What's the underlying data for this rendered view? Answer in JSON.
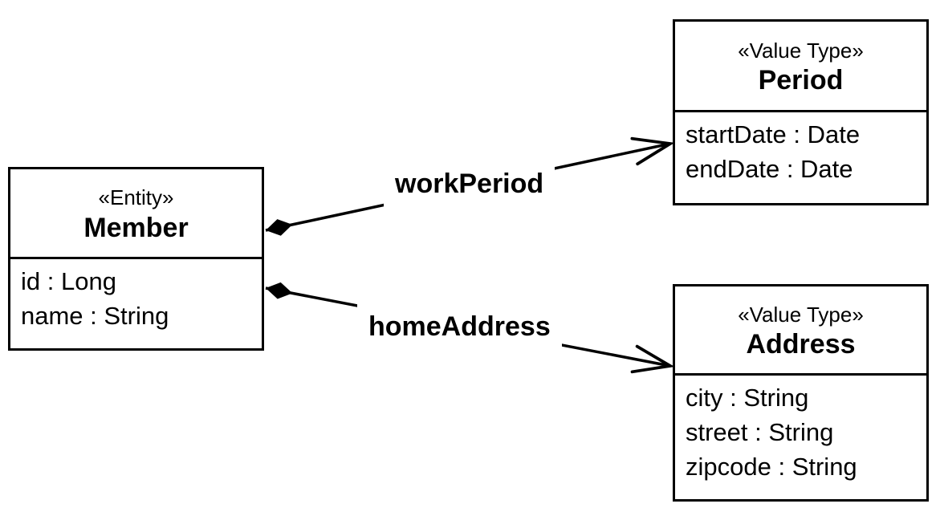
{
  "diagram": {
    "type": "uml-class-diagram",
    "background_color": "#ffffff",
    "line_color": "#000000",
    "text_color": "#000000",
    "classes": [
      {
        "stereotype": "«Entity»",
        "name": "Member",
        "attributes": [
          "id : Long",
          "name : String"
        ]
      },
      {
        "stereotype": "«Value Type»",
        "name": "Period",
        "attributes": [
          "startDate : Date",
          "endDate : Date"
        ]
      },
      {
        "stereotype": "«Value Type»",
        "name": "Address",
        "attributes": [
          "city : String",
          "street : String",
          "zipcode : String"
        ]
      }
    ],
    "relations": [
      {
        "label": "workPeriod",
        "from": "Member",
        "to": "Period",
        "kind": "composition with open arrow"
      },
      {
        "label": "homeAddress",
        "from": "Member",
        "to": "Address",
        "kind": "composition with open arrow"
      }
    ]
  }
}
